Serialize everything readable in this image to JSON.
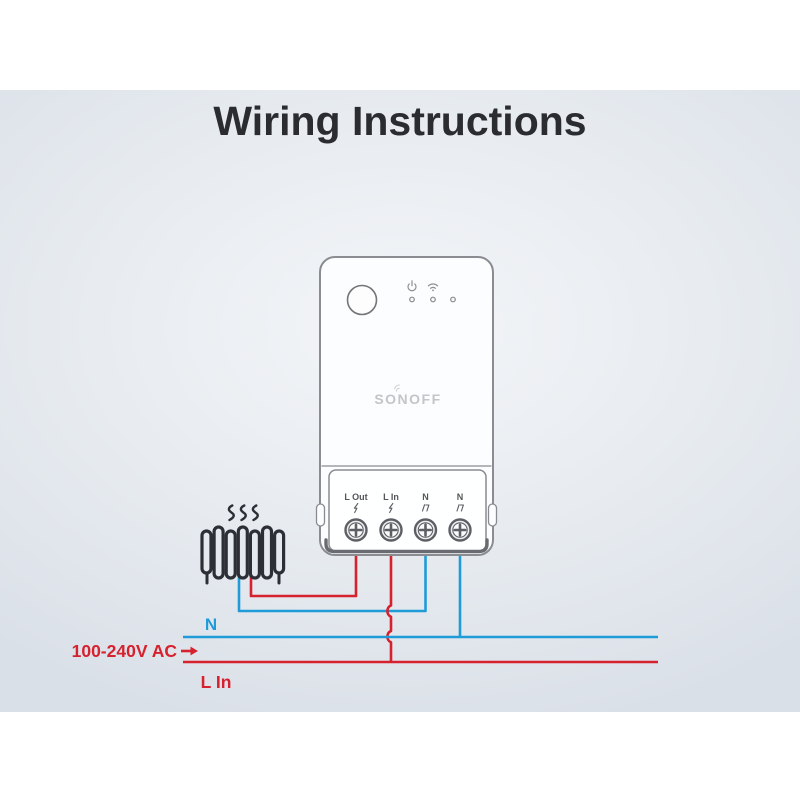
{
  "title": "Wiring Instructions",
  "device": {
    "brand_logo": "SONOFF",
    "indicators": {
      "icons": [
        "power-icon",
        "wifi-icon"
      ],
      "led_count": 3
    },
    "terminals": [
      {
        "label": "L Out",
        "symbol_icon": "lightning-icon"
      },
      {
        "label": "L In",
        "symbol_icon": "lightning-icon"
      },
      {
        "label": "N",
        "symbol_icon": "neutral-conductor-icon"
      },
      {
        "label": "N",
        "symbol_icon": "neutral-conductor-icon"
      }
    ]
  },
  "load": {
    "icon": "radiator-heater-icon"
  },
  "supply": {
    "neutral_line_label": "N",
    "voltage_label": "100-240V AC",
    "arrow_icon": "arrow-right",
    "live_line_label": "L In"
  },
  "colors": {
    "live_wire_red": "#d6212e",
    "neutral_wire_blue": "#1f9cd8",
    "diagram_outline": "#2d2f36",
    "device_outline": "#8a8c91",
    "panel_background": "#e9edf1",
    "title_text": "#2b2c2f"
  }
}
